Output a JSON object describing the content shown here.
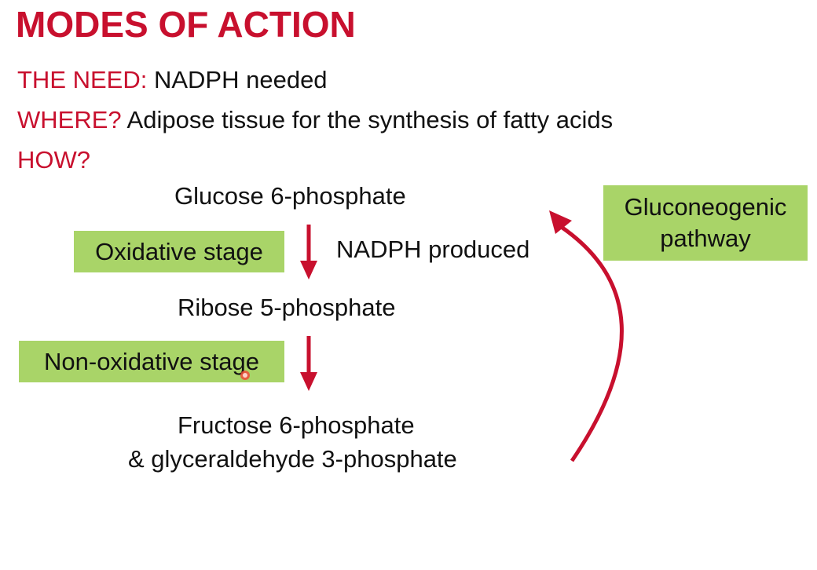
{
  "slide": {
    "title": "MODES OF ACTION",
    "need_label": "THE NEED:",
    "need_text": " NADPH needed",
    "where_label": "WHERE?",
    "where_text": " Adipose tissue for the synthesis of fatty acids",
    "how_label": "HOW?"
  },
  "diagram": {
    "glucose6p": "Glucose 6-phosphate",
    "oxidative_stage": "Oxidative stage",
    "nadph_produced": "NADPH produced",
    "ribose5p": "Ribose 5-phosphate",
    "nonoxidative_stage": "Non-oxidative stage",
    "fructose6p": "Fructose 6-phosphate",
    "glyceraldehyde3p": "& glyceraldehyde 3-phosphate",
    "gluconeogenic_line1": "Gluconeogenic",
    "gluconeogenic_line2": "pathway"
  },
  "colors": {
    "accent_red": "#c8102e",
    "stage_green": "#a9d468"
  }
}
